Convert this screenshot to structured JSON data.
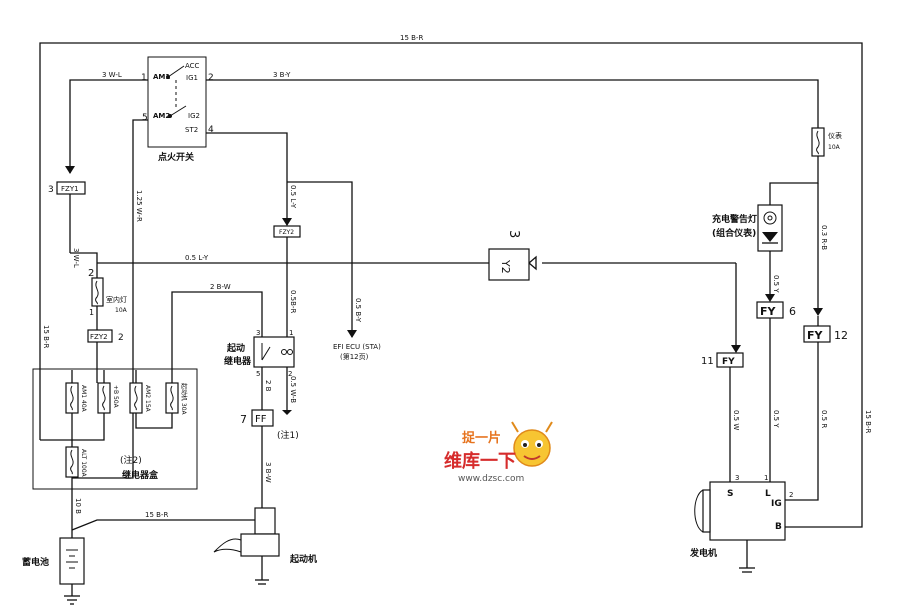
{
  "wires": {
    "top": "15 B-R",
    "left_red": "15 B-R",
    "right_red": "15 B-R",
    "starter_feed": "15 B-R",
    "am1": "3 W-L",
    "ig1": "3 B-Y",
    "w_l_vertical": "3 W-L",
    "w_r_vertical": "1.25 W-R",
    "st2": "0.5 L-Y",
    "ly_horizontal": "0.5 L-Y",
    "b_w_relay": "2 B-W",
    "relay_out": "0.5B-R",
    "relay_ground": "0.5 W-B",
    "relay_coil": "2 B",
    "starter": "3 B-W",
    "efi": "0.5 B-Y",
    "battery": "10 B",
    "meter_fuse_out": "0.3 R-B",
    "lamp_out": "0.5 Y",
    "fy11_gen": "0.5 W",
    "fy6_gen": "0.5 Y",
    "fy12_gen": "0.5 R"
  },
  "switch": {
    "name": "点火开关",
    "acc": "ACC",
    "am1": "AM1",
    "ig1": "IG1",
    "am2": "AM2",
    "ig2": "IG2",
    "st2": "ST2",
    "pin1": "1",
    "pin2": "2",
    "pin4": "4",
    "pin5": "5"
  },
  "connectors": {
    "fzy1_pin": "3",
    "fzy1": "FZY1",
    "fzy2_pin": "2",
    "fzy2": "FZY2",
    "fzy2_mid": "FZY2",
    "y2_pin": "3",
    "y2": "Y2",
    "ff_pin": "7",
    "ff": "FF",
    "fy11_pin": "11",
    "fy11": "FY",
    "fy6_pin": "6",
    "fy6": "FY",
    "fy12_pin": "12",
    "fy12": "FY"
  },
  "labels": {
    "dome_fuse": "室内灯",
    "dome_fuse_rating": "10A",
    "dome_pin2": "2",
    "dome_pin1": "1",
    "relay_box": "继电器盒",
    "note2": "(注2)",
    "note1": "(注1)",
    "fuse_am1": "AM1 40A",
    "fuse_b": "+B 50A",
    "fuse_am2": "AM2 15A",
    "fuse_starter": "起动机 30A",
    "fuse_alt": "ALT 100A",
    "relay": "起动",
    "relay2": "继电器",
    "relay_p5": "5",
    "relay_p3": "3",
    "relay_p1": "1",
    "relay_p2": "2",
    "efi": "EFI ECU (STA)",
    "efi_page": "(第12页)",
    "battery": "蓄电池",
    "starter": "起动机",
    "meter_fuse": "仪表",
    "meter_fuse_rating": "10A",
    "lamp": "充电警告灯",
    "lamp2": "(组合仪表)",
    "generator": "发电机",
    "gen_s": "S",
    "gen_l": "L",
    "gen_ig": "IG",
    "gen_b": "B",
    "gen_p3": "3",
    "gen_p1": "1",
    "gen_p2": "2"
  },
  "watermark": {
    "line1": "捉一片",
    "line2": "维库一下",
    "url": "www.dzsc.com"
  }
}
